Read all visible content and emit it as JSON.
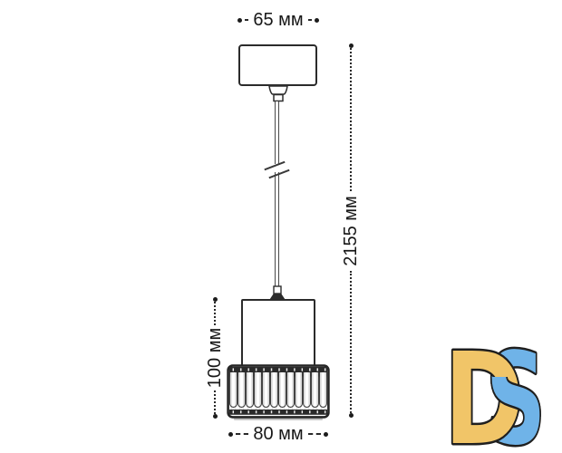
{
  "dimensions": {
    "canopy_width": {
      "label": "65 мм"
    },
    "overall_height": {
      "label": "2155 мм"
    },
    "shade_height": {
      "label": "100 мм"
    },
    "shade_width": {
      "label": "80 мм"
    }
  },
  "logo": {
    "letter_d": "D",
    "letter_s": "S",
    "d_fill": "#f1c568",
    "s_fill": "#6fb3e8",
    "outline": "#1f1f1f"
  },
  "drawing": {
    "line_color": "#2b2b2b",
    "background": "#ffffff"
  }
}
